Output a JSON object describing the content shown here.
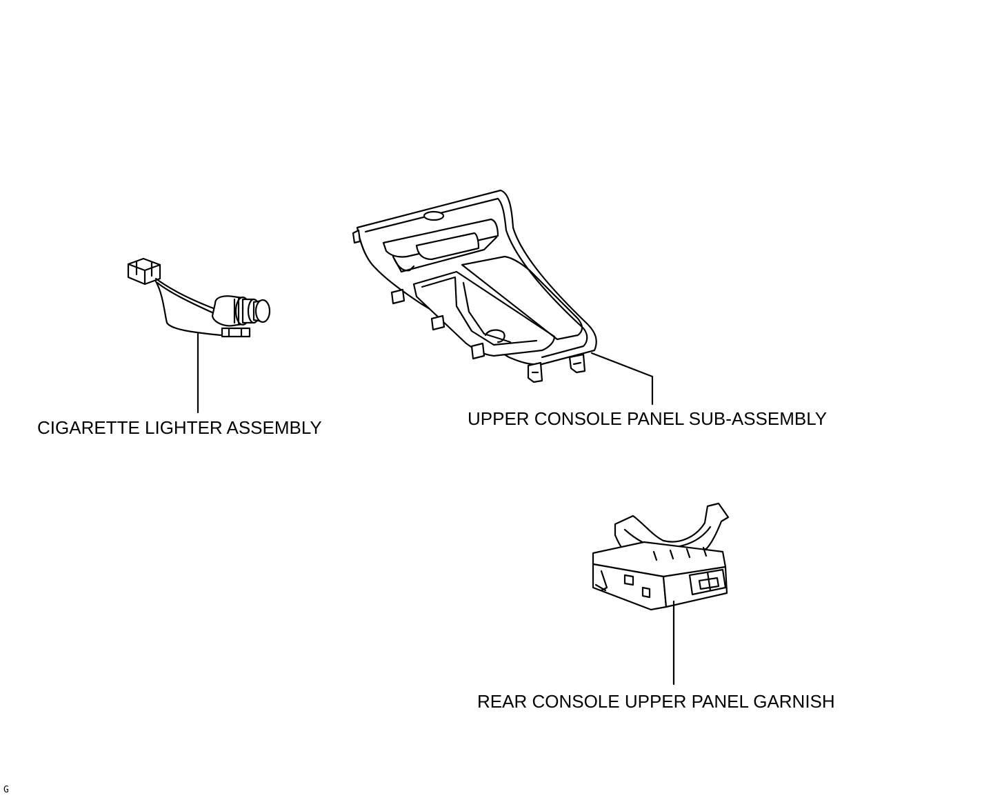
{
  "labels": {
    "cigarette_lighter": "CIGARETTE LIGHTER ASSEMBLY",
    "upper_console_panel": "UPPER CONSOLE PANEL SUB-ASSEMBLY",
    "rear_console_garnish": "REAR CONSOLE UPPER PANEL GARNISH"
  },
  "figure_code": "G",
  "colors": {
    "line": "#000000",
    "background": "#ffffff"
  }
}
